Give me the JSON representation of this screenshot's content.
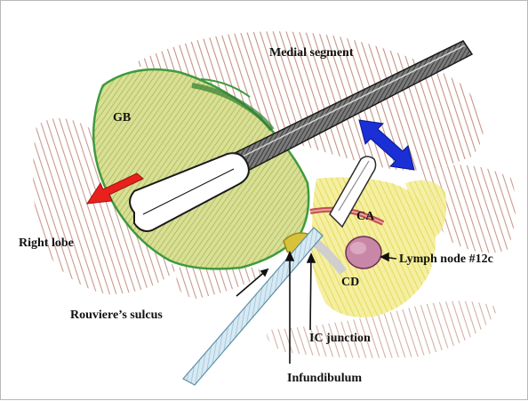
{
  "labels": {
    "medial_segment": "Medial segment",
    "gb": "GB",
    "right_lobe": "Right lobe",
    "ca": "CA",
    "lymph_node": "Lymph node #12c",
    "cd": "CD",
    "rouviere": "Rouviere’s sulcus",
    "ic_junction": "IC junction",
    "infundibulum": "Infundibulum"
  },
  "colors": {
    "liver_hatch": "#a3553f",
    "gallbladder_fill": "#cfd88a",
    "gallbladder_outline": "#3f9a3f",
    "fat_yellow": "#ece27a",
    "instrument_dark": "#3a3a3a",
    "instrument_light": "#b9d6e6",
    "cystic_artery": "#c0504d",
    "lymph_node": "#c987a8",
    "arrow_red": "#e8211c",
    "arrow_blue": "#1a2fd6"
  }
}
